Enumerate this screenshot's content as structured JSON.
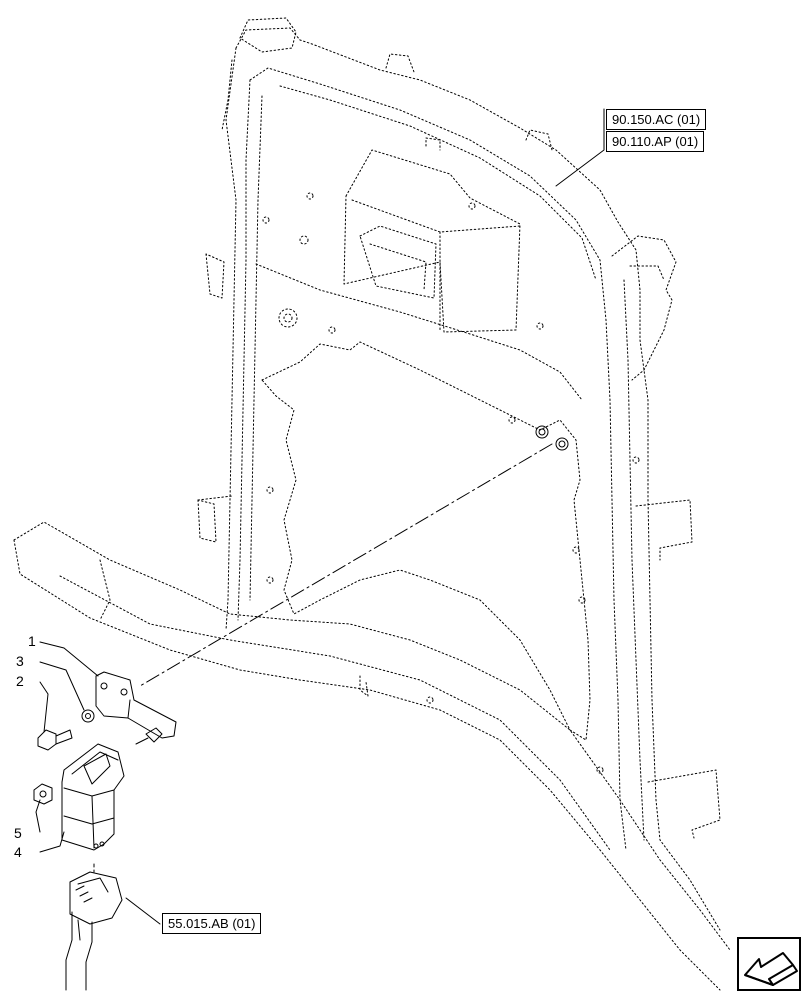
{
  "references": {
    "ref_1": "90.150.AC (01)",
    "ref_2": "90.110.AP (01)",
    "ref_3": "55.015.AB (01)"
  },
  "callouts": [
    "1",
    "3",
    "2",
    "5",
    "4"
  ],
  "nav_icon": "arrow-left-icon",
  "colors": {
    "line": "#000000",
    "background": "#ffffff"
  }
}
